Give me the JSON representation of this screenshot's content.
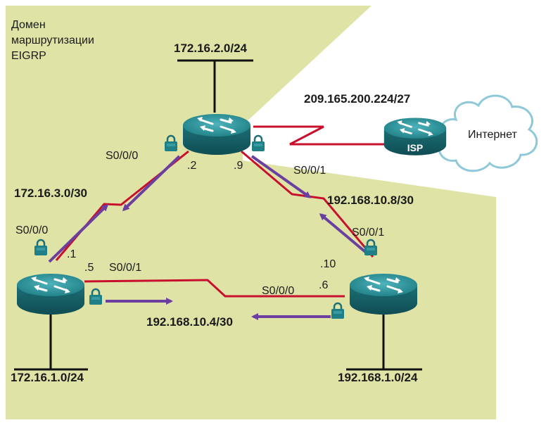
{
  "domain": {
    "title_lines": [
      "Домен",
      "маршрутизации",
      "EIGRP"
    ]
  },
  "networks": {
    "top_lan": "172.16.2.0/24",
    "isp_link": "209.165.200.224/27",
    "left_link": "172.16.3.0/30",
    "right_link": "192.168.10.8/30",
    "bottom_link": "192.168.10.4/30",
    "left_lan": "172.16.1.0/24",
    "right_lan": "192.168.1.0/24"
  },
  "interfaces": {
    "r2_s000": "S0/0/0",
    "r2_s001": "S0/0/1",
    "r1_s000": "S0/0/0",
    "r1_s001": "S0/0/1",
    "r3_s001": "S0/0/1",
    "r3_s000": "S0/0/0"
  },
  "host_ids": {
    "r2_left": ".2",
    "r2_right": ".9",
    "r1_top": ".1",
    "r1_right": ".5",
    "r3_top": ".10",
    "r3_left": ".6"
  },
  "isp": {
    "label": "ISP",
    "internet_label": "Интернет"
  },
  "colors": {
    "domain_fill": "#dfe4a6",
    "link_red": "#c8102e",
    "arrow_purple": "#6b3fa0",
    "router_teal": "#1f7f86"
  },
  "icons": [
    "router-icon",
    "lock-icon",
    "cloud-icon",
    "arrow-icon"
  ]
}
